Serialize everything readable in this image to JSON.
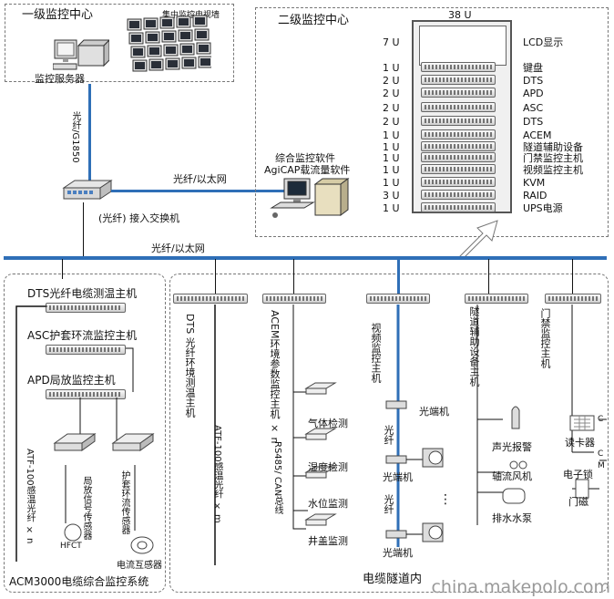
{
  "center1": {
    "title": "一级监控中心",
    "tv_wall": "集中监控电视墙",
    "server": "监控服务器"
  },
  "center2": {
    "title": "二级监控中心",
    "rack_label": "38 U",
    "software1": "综合监控软件",
    "software2": "AgiCAP载流量软件",
    "rows": [
      {
        "u": "7 U",
        "name": "LCD显示"
      },
      {
        "u": "1 U",
        "name": "键盘"
      },
      {
        "u": "2 U",
        "name": "DTS"
      },
      {
        "u": "2 U",
        "name": "APD"
      },
      {
        "u": "2 U",
        "name": "ASC"
      },
      {
        "u": "2 U",
        "name": "DTS"
      },
      {
        "u": "1 U",
        "name": "ACEM"
      },
      {
        "u": "1 U",
        "name": "隧道辅助设备"
      },
      {
        "u": "1 U",
        "name": "门禁监控主机"
      },
      {
        "u": "1 U",
        "name": "视频监控主机"
      },
      {
        "u": "1 U",
        "name": "KVM"
      },
      {
        "u": "3 U",
        "name": "RAID"
      },
      {
        "u": "1 U",
        "name": "UPS电源"
      }
    ]
  },
  "network": {
    "fiber_g1850": "光纤/G1850",
    "fiber_eth_top": "光纤/以太网",
    "switch": "(光纤) 接入交换机",
    "fiber_eth_bus": "光纤/以太网"
  },
  "left_system": {
    "dts_host": "DTS光纤电缆测温主机",
    "asc_host": "ASC护套环流监控主机",
    "apd_host": "APD局放监控主机",
    "atf_sensor": "ATF-100感温光纤 × n",
    "pd_sensor": "局放信号传感器",
    "sheath_sensor": "护套环流传感器",
    "hfct": "HFCT",
    "ct": "电流互感器",
    "footer": "ACM3000电缆综合监控系统"
  },
  "tunnel": {
    "dts_env": "DTS 光纤环境测温主机",
    "atf": "ATF-100感温光纤 × m",
    "acem": "ACEM环境参数监控主机 × n",
    "bus485": "RS485/ CAN总线",
    "sensors": [
      "气体检测",
      "湿度检测",
      "水位监测",
      "井盖监测"
    ],
    "video_host": "视频监控主机",
    "opt_end": "光端机",
    "opt_end2": "光端机",
    "opt_end3": "光端机",
    "fiber": "光纤",
    "fiber2": "光纤",
    "aux_host": "隧道辅助设备主机",
    "alarm": "声光报警",
    "fan": "轴流风机",
    "pump": "排水水泵",
    "door_host": "门禁监控主机",
    "card": "读卡器",
    "lock": "电子锁",
    "magnet": "门磁",
    "c1": "C",
    "c2": "C",
    "m": "M",
    "dots": "⋮",
    "label": "电缆隧道内"
  },
  "watermark": "china.makepolo.com"
}
